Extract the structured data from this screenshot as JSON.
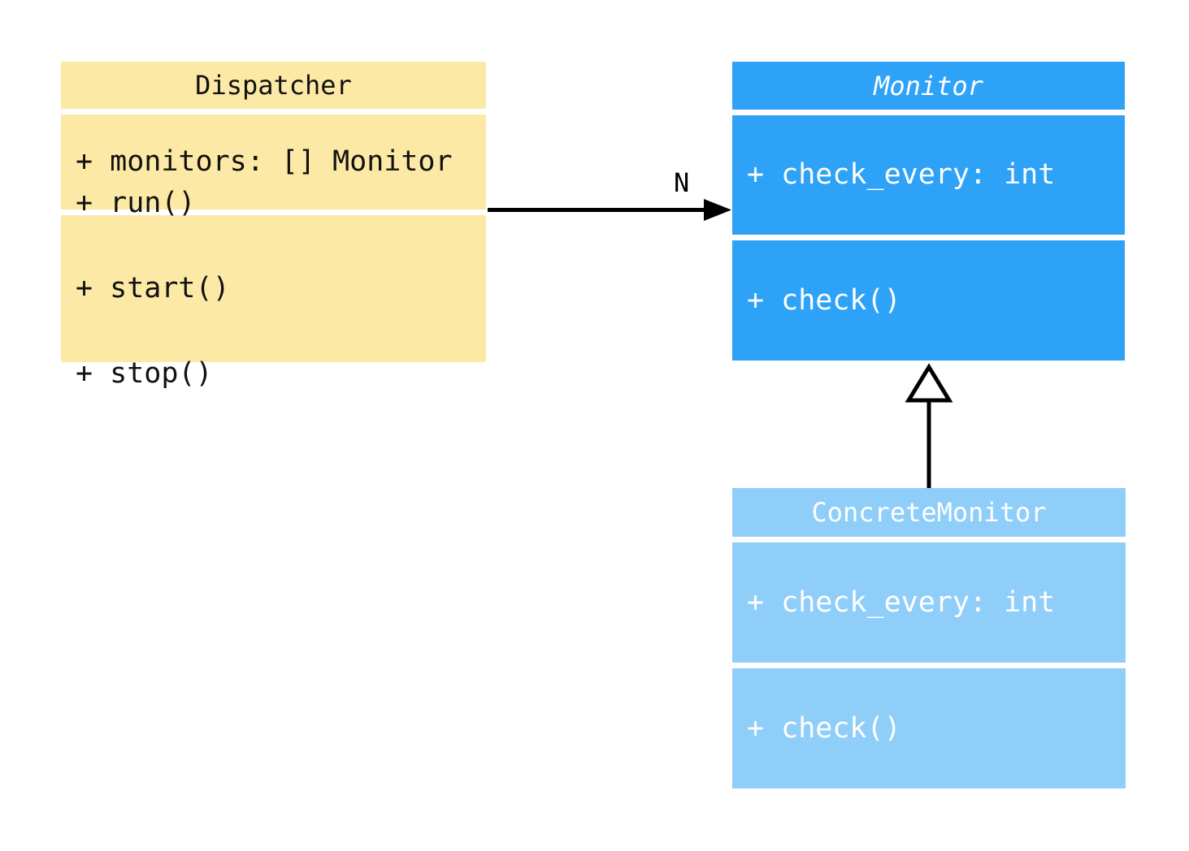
{
  "colors": {
    "canvas_bg": "#FFFFFF",
    "dispatcher_bg": "#FCE9A5",
    "dispatcher_text": "#111111",
    "monitor_bg": "#2EA2F7",
    "monitor_text": "#FFFFFF",
    "concrete_monitor_bg": "#90CEFA",
    "concrete_monitor_text": "#FFFFFF",
    "line_color": "#000000",
    "inheritance_triangle_fill": "#FFFFFF"
  },
  "classes": {
    "dispatcher": {
      "title": "Dispatcher",
      "attributes": [
        "+ monitors: [] Monitor"
      ],
      "methods": [
        "+ run()",
        "+ start()",
        "+ stop()"
      ]
    },
    "monitor": {
      "title": "Monitor",
      "attributes": [
        "+ check_every: int"
      ],
      "methods": [
        "+ check()"
      ]
    },
    "concrete_monitor": {
      "title": "ConcreteMonitor",
      "attributes": [
        "+ check_every: int"
      ],
      "methods": [
        "+ check()"
      ]
    }
  },
  "relations": {
    "association": {
      "label": "N",
      "from": "Dispatcher",
      "to": "Monitor"
    },
    "inheritance": {
      "from": "ConcreteMonitor",
      "to": "Monitor"
    }
  }
}
